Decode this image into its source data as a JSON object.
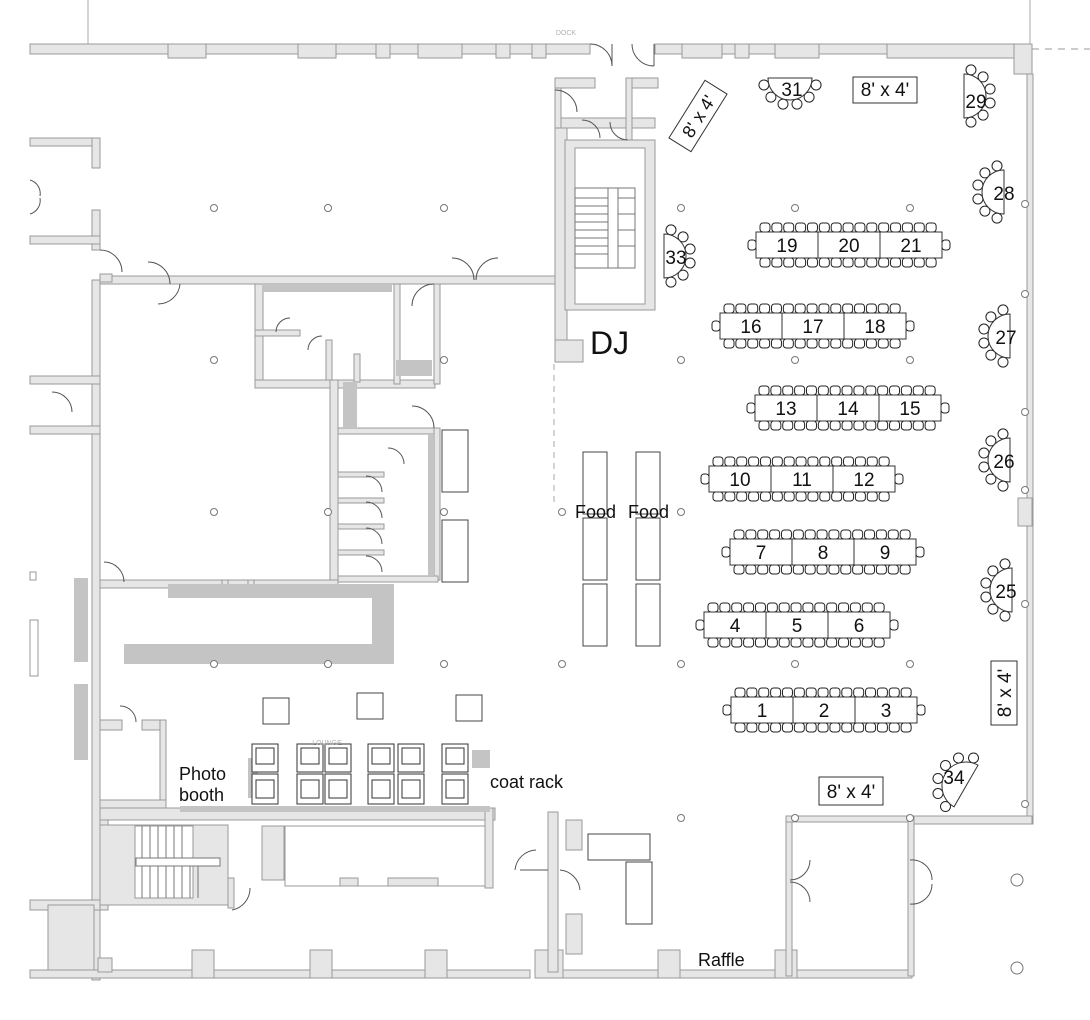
{
  "labels": {
    "dock": "DOCK",
    "lounge": "LOUNGE",
    "dj": "DJ",
    "food_1": "Food",
    "food_2": "Food",
    "photo_line1": "Photo",
    "photo_line2": "booth",
    "coat_rack": "coat rack",
    "raffle": "Raffle"
  },
  "signs": {
    "top_diagonal": "8' x 4'",
    "top_center": "8' x 4'",
    "right_vertical": "8' x 4'",
    "bottom": "8' x 4'"
  },
  "long_tables": [
    {
      "numbers": [
        "19",
        "20",
        "21"
      ]
    },
    {
      "numbers": [
        "16",
        "17",
        "18"
      ]
    },
    {
      "numbers": [
        "13",
        "14",
        "15"
      ]
    },
    {
      "numbers": [
        "10",
        "11",
        "12"
      ]
    },
    {
      "numbers": [
        "7",
        "8",
        "9"
      ]
    },
    {
      "numbers": [
        "4",
        "5",
        "6"
      ]
    },
    {
      "numbers": [
        "1",
        "2",
        "3"
      ]
    }
  ],
  "half_round_tables": [
    "31",
    "29",
    "28",
    "33",
    "27",
    "26",
    "25",
    "34"
  ]
}
